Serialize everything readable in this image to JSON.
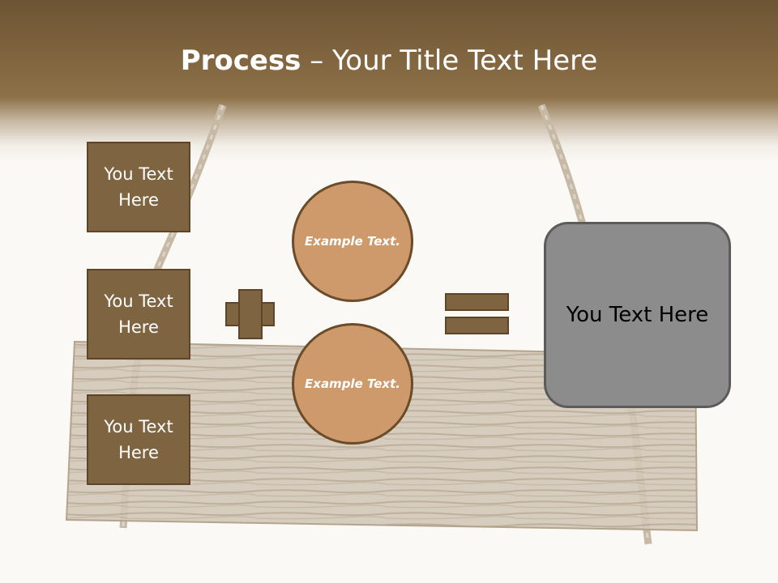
{
  "slide": {
    "title_bold": "Process",
    "title_rest": " – Your Title Text Here"
  },
  "left_boxes": [
    "You Text Here",
    "You Text Here",
    "You Text Here"
  ],
  "circles": [
    "Example Text.",
    "Example Text."
  ],
  "result_box": "You Text Here",
  "colors": {
    "header": "#7d623e",
    "box_fill": "#7f6441",
    "circle_fill": "#cf9a6b",
    "result_fill": "#8c8c8c"
  },
  "icons": [
    "plus-icon",
    "equals-icon"
  ]
}
